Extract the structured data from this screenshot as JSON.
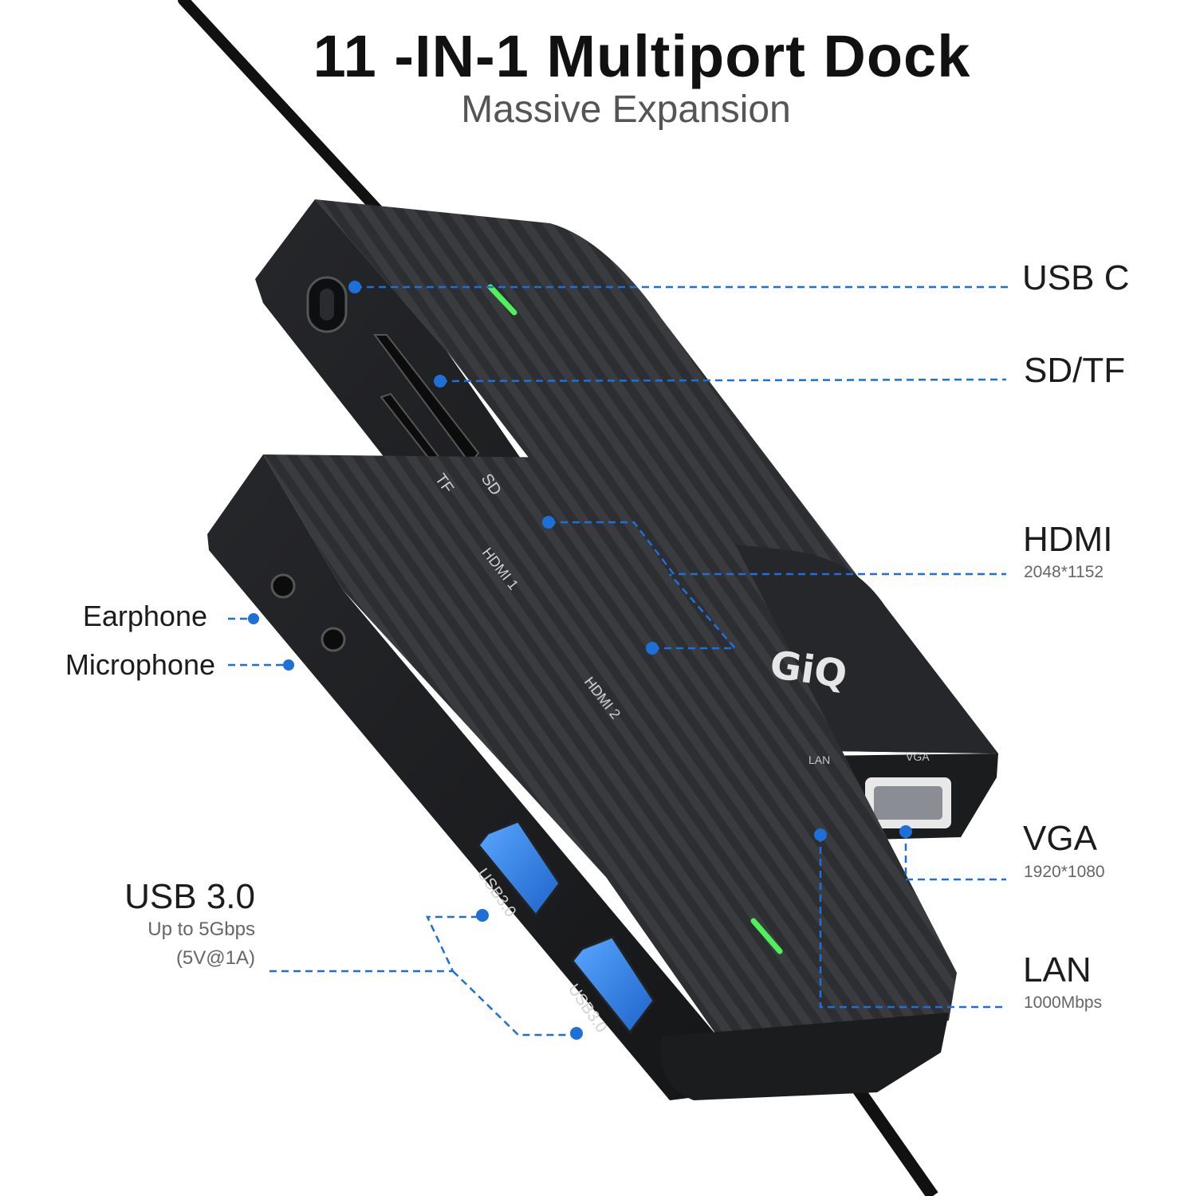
{
  "header": {
    "title": "11 -IN-1 Multiport Dock",
    "subtitle": "Massive Expansion"
  },
  "callouts": {
    "usb_c": {
      "label": "USB C"
    },
    "sd_tf": {
      "label": "SD/TF"
    },
    "hdmi": {
      "label": "HDMI",
      "spec": "2048*1152"
    },
    "vga": {
      "label": "VGA",
      "spec": "1920*1080"
    },
    "lan": {
      "label": "LAN",
      "spec": "1000Mbps"
    },
    "earphone": {
      "label": "Earphone"
    },
    "microphone": {
      "label": "Microphone"
    },
    "usb3": {
      "label": "USB 3.0",
      "spec1": "Up to 5Gbps",
      "spec2": "(5V@1A)"
    }
  },
  "device": {
    "brand": "GiQ",
    "port_labels": {
      "tf": "TF",
      "sd": "SD",
      "hdmi1": "HDMI 1",
      "hdmi2": "HDMI 2",
      "lan": "LAN",
      "vga": "VGA",
      "usb_a1": "USB3.0",
      "usb_a2": "USB3.0"
    }
  },
  "colors": {
    "accent_blue": "#1f6fd9",
    "body_dark": "#2b2c2f",
    "face_dark": "#1f2023",
    "led_green": "#4ff05a",
    "usb_blue": "#3a8be8"
  }
}
